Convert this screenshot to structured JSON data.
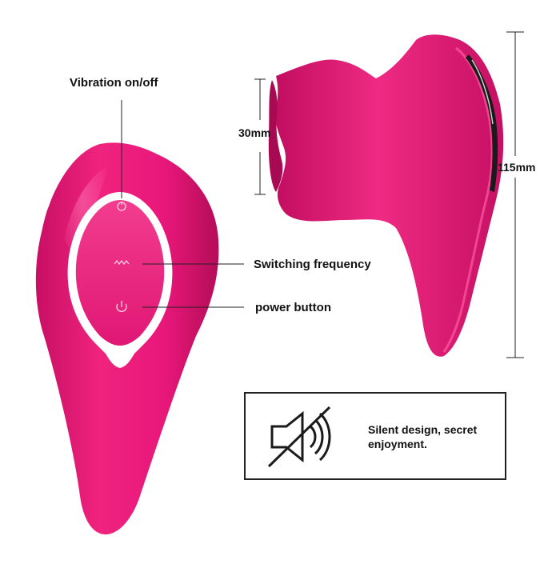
{
  "callouts": {
    "vibration": "Vibration on/off",
    "frequency": "Switching frequency",
    "power": "power button"
  },
  "dimensions": {
    "width": "30mm",
    "height": "115mm"
  },
  "feature": {
    "text": "Silent design, secret enjoyment.",
    "icon": "muted-speaker-icon"
  },
  "colors": {
    "product": "#e8177a",
    "product_dark": "#b80f5c",
    "product_light": "#f54a9a",
    "line": "#222222"
  }
}
